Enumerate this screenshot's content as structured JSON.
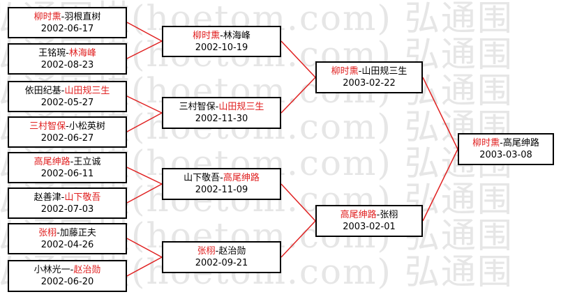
{
  "watermark": {
    "lines": [
      "弘通围棋(hoetom.com) 弘通围",
      "弘通围棋(hoetom.com) 弘通围",
      "弘通围棋(hoetom.com) 弘通围",
      "弘通围棋(hoetom.com) 弘通围",
      "弘通围棋(hoetom.com) 弘通围",
      "弘通围棋(hoetom.com) 弘通围",
      "弘通围棋(hoetom.com) 弘通围",
      "弘通围棋(hoetom.com) 弘通围"
    ]
  },
  "colors": {
    "winner": "#e02020",
    "line": "#e02020",
    "border": "#000000"
  },
  "rounds": [
    {
      "matches": [
        {
          "p1": "柳时熏",
          "p2": "羽根直树",
          "winner": 1,
          "date": "2002-06-17"
        },
        {
          "p1": "王铭琬",
          "p2": "林海峰",
          "winner": 2,
          "date": "2002-08-23"
        },
        {
          "p1": "依田纪基",
          "p2": "山田规三生",
          "winner": 2,
          "date": "2002-05-27"
        },
        {
          "p1": "三村智保",
          "p2": "小松英树",
          "winner": 1,
          "date": "2002-06-27"
        },
        {
          "p1": "高尾绅路",
          "p2": "王立诚",
          "winner": 1,
          "date": "2002-06-11"
        },
        {
          "p1": "赵善津",
          "p2": "山下敬吾",
          "winner": 2,
          "date": "2002-07-03"
        },
        {
          "p1": "张栩",
          "p2": "加藤正夫",
          "winner": 1,
          "date": "2002-04-26"
        },
        {
          "p1": "小林光一",
          "p2": "赵治勋",
          "winner": 2,
          "date": "2002-06-20"
        }
      ]
    },
    {
      "matches": [
        {
          "p1": "柳时熏",
          "p2": "林海峰",
          "winner": 1,
          "date": "2002-10-19"
        },
        {
          "p1": "三村智保",
          "p2": "山田规三生",
          "winner": 2,
          "date": "2002-11-30"
        },
        {
          "p1": "山下敬吾",
          "p2": "高尾绅路",
          "winner": 2,
          "date": "2002-11-09"
        },
        {
          "p1": "张栩",
          "p2": "赵治勋",
          "winner": 1,
          "date": "2002-09-21"
        }
      ]
    },
    {
      "matches": [
        {
          "p1": "柳时熏",
          "p2": "山田规三生",
          "winner": 1,
          "date": "2003-02-22"
        },
        {
          "p1": "高尾绅路",
          "p2": "张栩",
          "winner": 1,
          "date": "2003-02-01"
        }
      ]
    },
    {
      "matches": [
        {
          "p1": "柳时熏",
          "p2": "高尾绅路",
          "winner": 1,
          "date": "2003-03-08"
        }
      ]
    }
  ]
}
